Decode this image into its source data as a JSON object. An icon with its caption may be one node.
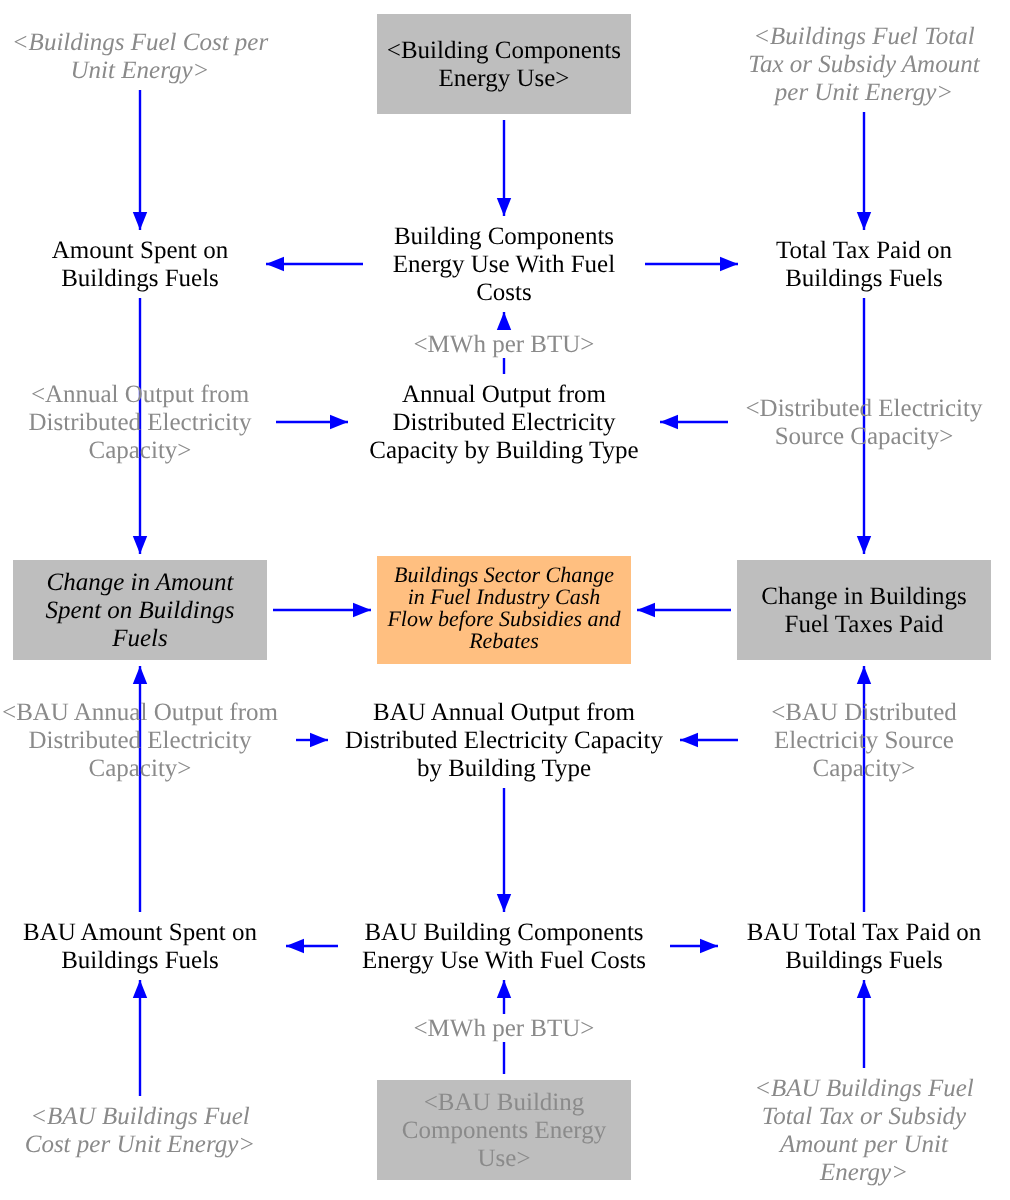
{
  "diagram": {
    "nodes": [
      {
        "text": [
          "<Buildings Fuel Cost per Unit Energy>"
        ]
      },
      {
        "text": [
          "<Building Components Energy Use>"
        ]
      },
      {
        "text": [
          "<Buildings Fuel Total Tax or Subsidy Amount per Unit Energy>"
        ]
      },
      {
        "text": [
          "Amount Spent on Buildings Fuels"
        ]
      },
      {
        "text": [
          "Building Components Energy Use With Fuel Costs"
        ]
      },
      {
        "text": [
          "Total Tax Paid on Buildings Fuels"
        ]
      },
      {
        "text": [
          "<Annual Output from Distributed Electricity Capacity>"
        ]
      },
      {
        "text": [
          "Annual Output from Distributed Electricity Capacity by Building Type"
        ]
      },
      {
        "text": [
          "<Distributed Electricity Source Capacity>"
        ]
      },
      {
        "text": [
          "Change in Amount Spent on Buildings Fuels"
        ]
      },
      {
        "text": [
          "Buildings Sector Change in Fuel Industry Cash Flow before Subsidies and Rebates"
        ]
      },
      {
        "text": [
          "Change in Buildings Fuel Taxes Paid"
        ]
      },
      {
        "text": [
          "<BAU Annual Output from Distributed Electricity Capacity>"
        ]
      },
      {
        "text": [
          "BAU Annual Output from Distributed Electricity Capacity by Building Type"
        ]
      },
      {
        "text": [
          "<BAU Distributed Electricity Source Capacity>"
        ]
      },
      {
        "text": [
          "BAU Amount Spent on Buildings Fuels"
        ]
      },
      {
        "text": [
          "BAU Building Components Energy Use With Fuel Costs"
        ]
      },
      {
        "text": [
          "BAU Total Tax Paid on Buildings Fuels"
        ]
      },
      {
        "text": [
          "<BAU Buildings Fuel Cost per Unit Energy>"
        ]
      },
      {
        "text": [
          "<BAU Building Components Energy Use>"
        ]
      },
      {
        "text": [
          "<BAU Buildings Fuel Total Tax or Subsidy Amount per Unit Energy>"
        ]
      }
    ],
    "edges": [
      {
        "from": 0,
        "to": 3,
        "arrow": "to"
      },
      {
        "from": 1,
        "to": 4,
        "arrow": "to"
      },
      {
        "from": 2,
        "to": 5,
        "arrow": "to"
      },
      {
        "from": 4,
        "to": 3,
        "arrow": "to"
      },
      {
        "from": 4,
        "to": 5,
        "arrow": "to"
      },
      {
        "from": 7,
        "to": 4,
        "arrow": "to",
        "label": "<MWh per BTU>"
      },
      {
        "from": 6,
        "to": 7,
        "arrow": "to"
      },
      {
        "from": 8,
        "to": 7,
        "arrow": "to"
      },
      {
        "from": 3,
        "to": 9,
        "arrow": "to"
      },
      {
        "from": 5,
        "to": 11,
        "arrow": "to"
      },
      {
        "from": 9,
        "to": 10,
        "arrow": "to"
      },
      {
        "from": 11,
        "to": 10,
        "arrow": "to"
      },
      {
        "from": 15,
        "to": 9,
        "arrow": "to"
      },
      {
        "from": 17,
        "to": 11,
        "arrow": "to"
      },
      {
        "from": 12,
        "to": 13,
        "arrow": "to"
      },
      {
        "from": 14,
        "to": 13,
        "arrow": "to"
      },
      {
        "from": 13,
        "to": 16,
        "arrow": "to"
      },
      {
        "from": 16,
        "to": 15,
        "arrow": "to"
      },
      {
        "from": 16,
        "to": 17,
        "arrow": "to"
      },
      {
        "from": 19,
        "to": 16,
        "arrow": "to",
        "label": "<MWh per BTU>"
      },
      {
        "from": 18,
        "to": 15,
        "arrow": "to"
      },
      {
        "from": 20,
        "to": 17,
        "arrow": "to"
      }
    ]
  }
}
